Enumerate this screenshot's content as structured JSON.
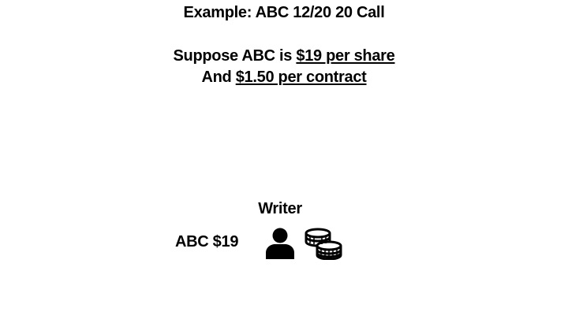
{
  "slide": {
    "title": "Example: ABC 12/20 20 Call",
    "line1": {
      "prefix": "Suppose ABC is ",
      "highlight": "$19 per share"
    },
    "line2": {
      "prefix": "And ",
      "highlight": "$1.50 per contract"
    },
    "writer": {
      "label": "Writer",
      "stock_label": "ABC $19",
      "person_icon": "person-icon",
      "coins_icon": "coins-stack-icon"
    }
  }
}
